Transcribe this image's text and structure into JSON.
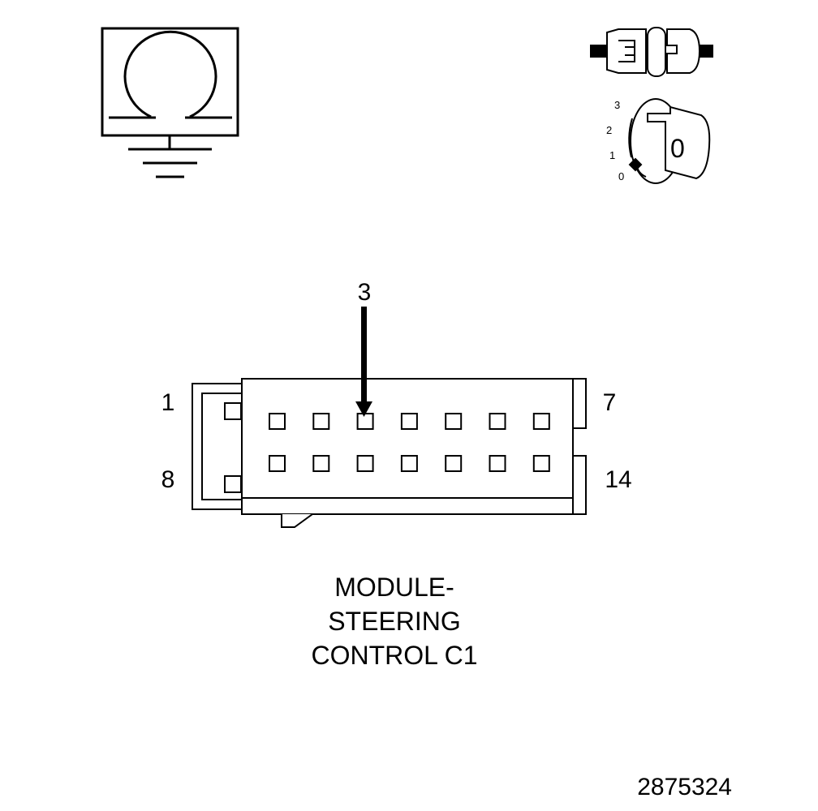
{
  "key_positions": [
    "3",
    "2",
    "1",
    "0"
  ],
  "key_label": "0",
  "connector": {
    "highlight_pin": "3",
    "pin_top_left": "1",
    "pin_top_right": "7",
    "pin_bottom_left": "8",
    "pin_bottom_right": "14",
    "top_row_pins": 7,
    "bottom_row_pins": 7
  },
  "caption": {
    "line1": "MODULE-",
    "line2": "STEERING",
    "line3": "CONTROL C1"
  },
  "figure_number": "2875324"
}
